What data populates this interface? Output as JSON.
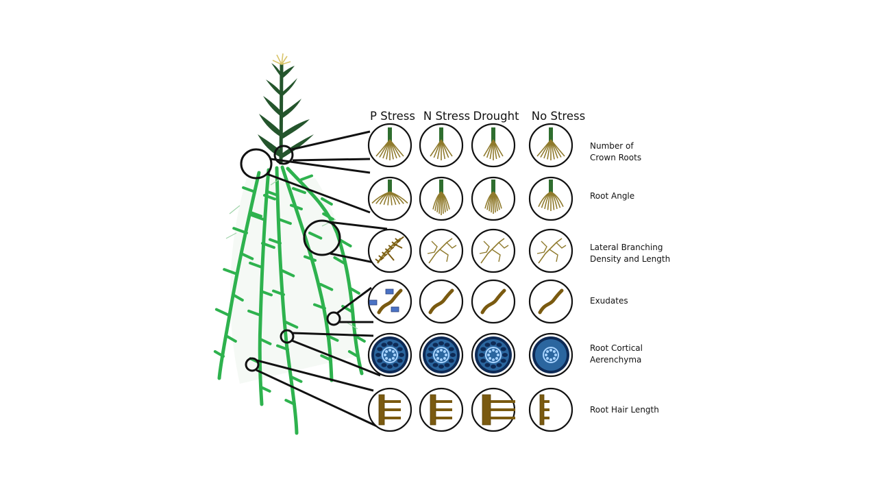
{
  "figure": {
    "columns": [
      {
        "id": "p",
        "label": "P Stress"
      },
      {
        "id": "n",
        "label": "N Stress"
      },
      {
        "id": "d",
        "label": "Drought"
      },
      {
        "id": "ns",
        "label": "No Stress"
      }
    ],
    "rows": [
      {
        "id": "crown",
        "label": "Number of\nCrown Roots"
      },
      {
        "id": "angle",
        "label": "Root Angle"
      },
      {
        "id": "lateral",
        "label": "Lateral Branching\nDensity and Length"
      },
      {
        "id": "exudates",
        "label": "Exudates"
      },
      {
        "id": "aerenchyma",
        "label": "Root Cortical\nAerenchyma"
      },
      {
        "id": "hair",
        "label": "Root Hair Length"
      }
    ],
    "colors": {
      "root_green": "#2eb24e",
      "leaf_dark": "#24552c",
      "tassel": "#d8c46a",
      "root_tan": "#8f7a2c",
      "root_brown": "#7a5a10",
      "stem_green": "#2f6e2f",
      "exudate_blue": "#4a72c4",
      "cortex_dark": "#0e2a55",
      "cortex_light": "#3f8fd0",
      "outline": "#111111"
    }
  }
}
